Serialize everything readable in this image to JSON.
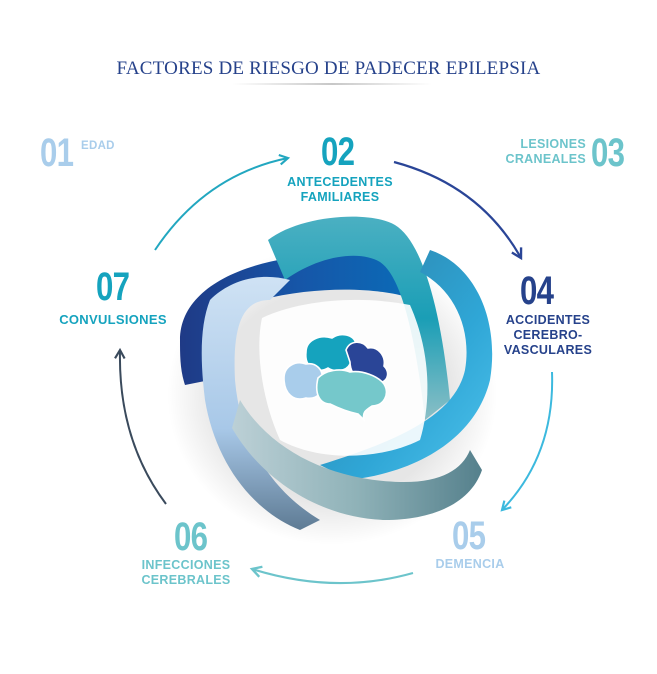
{
  "title": "FACTORES DE RIESGO DE PADECER EPILEPSIA",
  "colors": {
    "title": "#26428b",
    "f01": "#a9cdeb",
    "f02": "#15a3be",
    "f03": "#6cc4cb",
    "f04": "#26428b",
    "f05": "#a9cdeb",
    "f06": "#6cc4cb",
    "f07": "#15a3be",
    "arrow_01_02": "#22a7c0",
    "arrow_02_04": "#2a4597",
    "arrow_04_05": "#3cb9de",
    "arrow_05_06": "#6cc4cb",
    "arrow_06_07": "#3a4a5c"
  },
  "factors": [
    {
      "number": "01",
      "label": "EDAD"
    },
    {
      "number": "02",
      "label_line1": "ANTECEDENTES",
      "label_line2": "FAMILIARES"
    },
    {
      "number": "03",
      "label_line1": "LESIONES",
      "label_line2": "CRANEALES"
    },
    {
      "number": "04",
      "label_line1": "ACCIDENTES",
      "label_line2": "CEREBRO-",
      "label_line3": "VASCULARES"
    },
    {
      "number": "05",
      "label": "DEMENCIA"
    },
    {
      "number": "06",
      "label_line1": "INFECCIONES",
      "label_line2": "CEREBRALES"
    },
    {
      "number": "07",
      "label": "CONVULSIONES"
    }
  ],
  "center_icon": "brain-icon",
  "ring_graphic": "interwoven-ribbon-knot"
}
